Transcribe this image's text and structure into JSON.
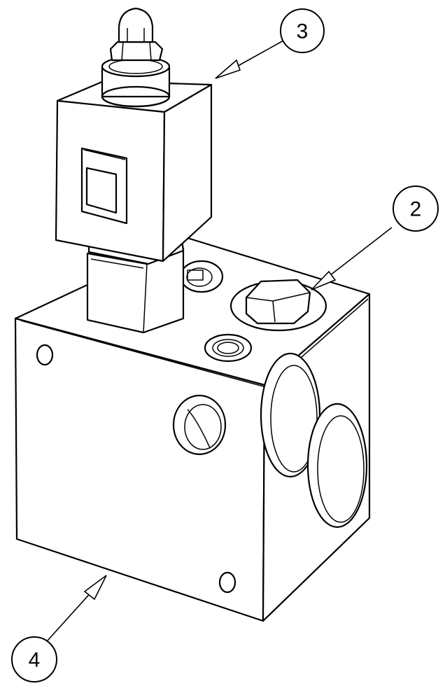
{
  "callouts": [
    {
      "id": "callout-3",
      "label": "3"
    },
    {
      "id": "callout-2",
      "label": "2"
    },
    {
      "id": "callout-4",
      "label": "4"
    }
  ],
  "colors": {
    "line": "#000000",
    "background": "#ffffff"
  }
}
